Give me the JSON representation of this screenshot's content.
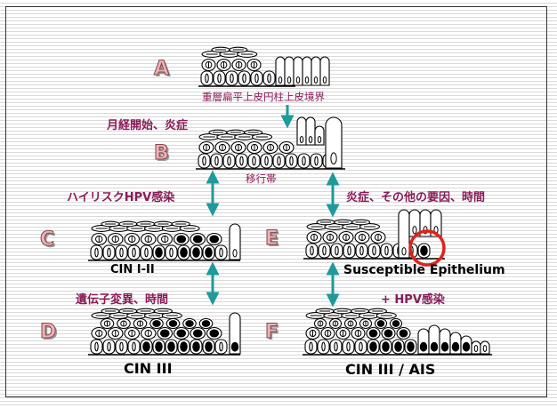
{
  "labels": {
    "stage_a": "A",
    "stage_b": "B",
    "stage_c": "C",
    "stage_d": "D",
    "stage_e": "E",
    "stage_f": "F",
    "scj": "重層扁平上皮円柱上皮境界",
    "menarche": "月経開始、炎症",
    "transformation_zone": "移行帯",
    "high_risk_hpv": "ハイリスクHPV感染",
    "inflammation_factors": "炎症、その他の要因、時間",
    "cin_1_2": "CIN I-II",
    "susceptible_epithelium": "Susceptible Epithelium",
    "plus_hpv": "+ HPV感染",
    "gene_mutation": "遺伝子変異、時間",
    "cin_3": "CIN III",
    "cin_3_ais": "CIN III / AIS"
  },
  "colors": {
    "letter_fill": "#f2b0b4",
    "magenta_text": "#8a1b58",
    "arrow_teal": "#1e9a9a",
    "highlight_red": "#e0201c",
    "cell_outline": "#000000"
  }
}
